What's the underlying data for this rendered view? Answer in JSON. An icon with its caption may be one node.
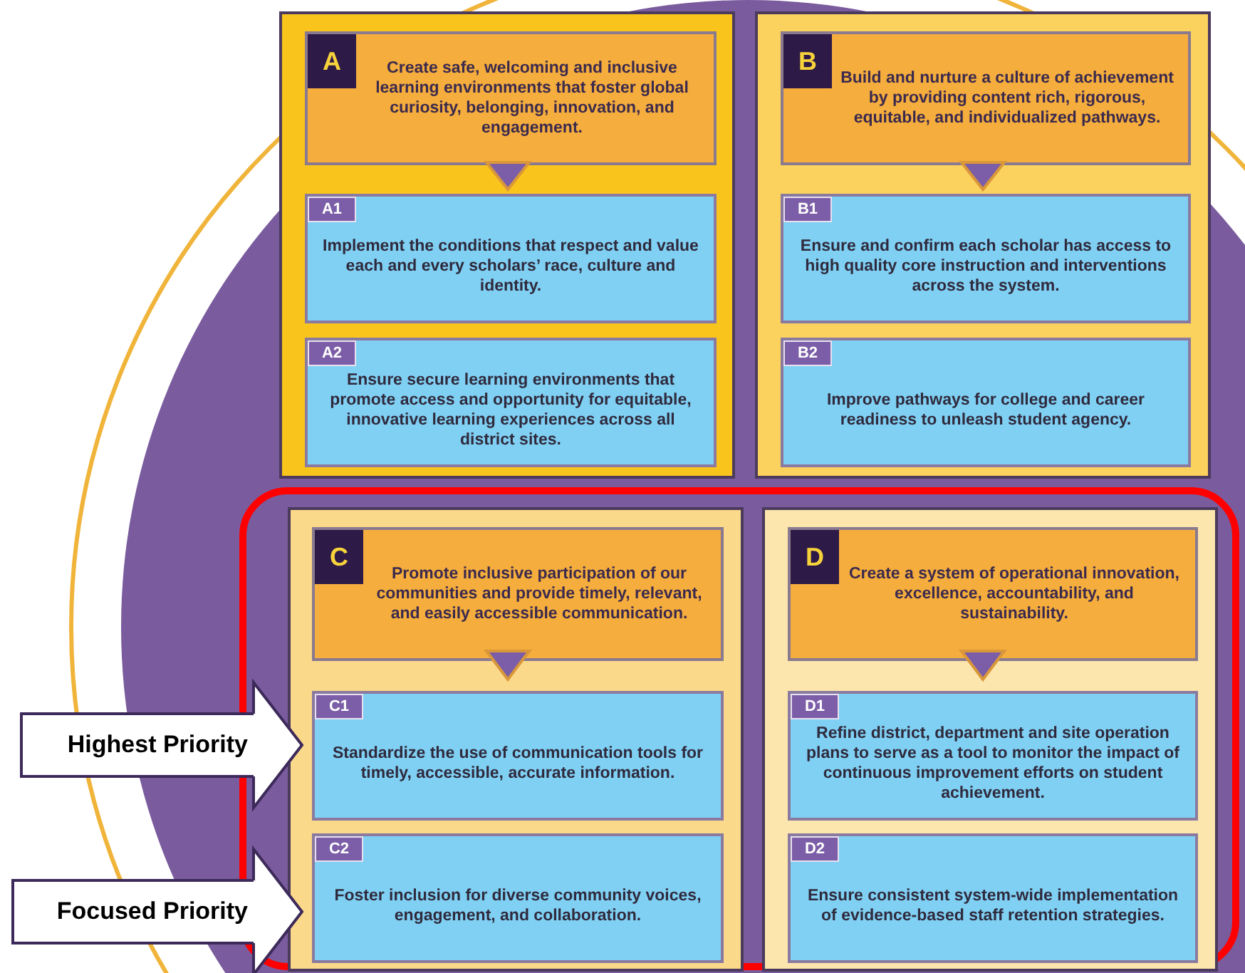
{
  "diagram": {
    "nodes": [
      {
        "text": [],
        "shape": "box"
      },
      {
        "text": [
          "A",
          "Create safe, welcoming and inclusive learning environments that foster global curiosity, belonging, innovation, and engagement."
        ],
        "in": 0
      },
      {
        "text": [
          "A1",
          "Implement the conditions that respect and value each and every scholars’ race, culture and identity."
        ],
        "in": 0
      },
      {
        "text": [
          "A2",
          "Ensure secure learning environments that promote access and opportunity for equitable, innovative learning experiences across all district sites."
        ],
        "in": 0
      },
      {
        "text": [],
        "shape": "box"
      },
      {
        "text": [
          "B",
          "Build and nurture a culture of achievement by providing content rich, rigorous, equitable, and individualized pathways."
        ],
        "in": 4
      },
      {
        "text": [
          "B1",
          "Ensure and confirm each scholar has access to high quality core instruction and interventions across the system."
        ],
        "in": 4
      },
      {
        "text": [
          "B2",
          "Improve pathways for college and career readiness to unleash student agency."
        ],
        "in": 4
      },
      {
        "text": [],
        "shape": "box"
      },
      {
        "text": [],
        "shape": "box",
        "in": 8
      },
      {
        "text": [
          "C",
          "Promote inclusive participation of our communities and provide timely, relevant, and easily accessible communication."
        ],
        "in": 9
      },
      {
        "text": [
          "C1",
          "Standardize the use of communication tools for timely, accessible, accurate information."
        ],
        "in": 9
      },
      {
        "text": [
          "C2",
          "Foster inclusion for diverse community voices, engagement, and collaboration."
        ],
        "in": 9
      },
      {
        "text": [],
        "shape": "box",
        "in": 8
      },
      {
        "text": [
          "D",
          "Create a system of operational innovation, excellence, accountability, and sustainability."
        ],
        "in": 13
      },
      {
        "text": [
          "D1",
          "Refine district, department and site operation plans to serve as a tool to monitor the impact of continuous improvement efforts on student achievement."
        ],
        "in": 13
      },
      {
        "text": [
          "D2",
          "Ensure consistent system-wide implementation of evidence-based staff retention strategies."
        ],
        "in": 13
      },
      {
        "text": [
          "Highest Priority"
        ]
      },
      {
        "text": [
          "Focused Priority"
        ]
      }
    ],
    "edges": [
      {
        "from": 1,
        "to": 2,
        "arrow": "to"
      },
      {
        "from": 5,
        "to": 6,
        "arrow": "to"
      },
      {
        "from": 10,
        "to": 11,
        "arrow": "to"
      },
      {
        "from": 14,
        "to": 15,
        "arrow": "to"
      },
      {
        "from": 17,
        "to": 11,
        "arrow": "to",
        "style": "thick"
      },
      {
        "from": 18,
        "to": 12,
        "arrow": "to",
        "style": "thick"
      }
    ]
  }
}
